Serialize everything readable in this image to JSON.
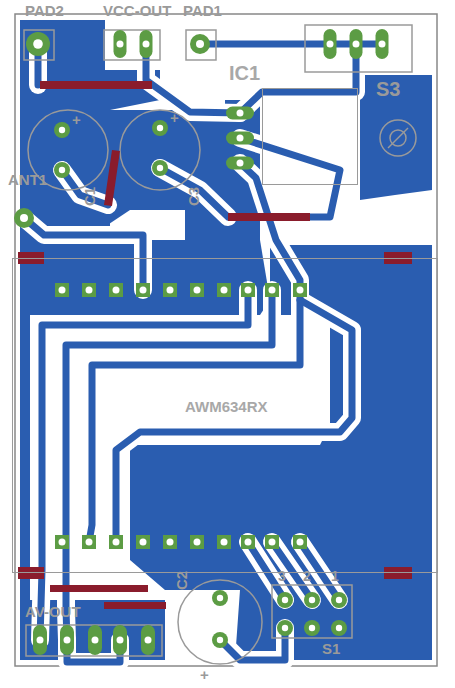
{
  "diagram": {
    "nodes": [
      {
        "text": [
          "IC1"
        ]
      },
      {
        "text": [
          "AWM634RX"
        ]
      }
    ],
    "labels": [
      "PAD2",
      "VCC-OUT",
      "PAD1",
      "S3",
      "ANT1",
      "+",
      "+",
      "C1",
      "C3",
      "C2",
      "3",
      "2",
      "1",
      "AV-OUT",
      "S1",
      "+"
    ]
  }
}
